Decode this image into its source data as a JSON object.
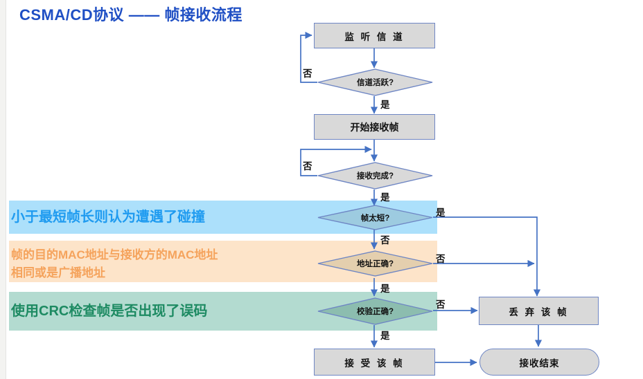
{
  "slide": {
    "title": "CSMA/CD协议 —— 帧接收流程",
    "title_color": "#1f4fc4",
    "background": "#ffffff"
  },
  "bands": [
    {
      "id": "band-blue",
      "text": "小于最短帧长则认为遭遇了碰撞",
      "fill": "#ace0fb",
      "text_color": "#1f9bf0"
    },
    {
      "id": "band-orange",
      "text": "帧的目的MAC地址与接收方的MAC地址\n相同或是广播地址",
      "fill": "#fde4c9",
      "text_color": "#f5a35c"
    },
    {
      "id": "band-green",
      "text": "使用CRC检查帧是否出现了误码",
      "fill": "#b3dbd0",
      "text_color": "#1d8a62"
    }
  ],
  "flowchart": {
    "node_fill": "#d9d9d9",
    "node_stroke": "#6e86c4",
    "connector_color": "#4472c4",
    "nodes": [
      {
        "id": "listen-channel",
        "shape": "rect",
        "label": "监 听 信 道"
      },
      {
        "id": "channel-active",
        "shape": "diamond",
        "label": "信道活跃?"
      },
      {
        "id": "begin-receive",
        "shape": "rect",
        "label": "开始接收帧"
      },
      {
        "id": "receive-complete",
        "shape": "diamond",
        "label": "接收完成?"
      },
      {
        "id": "frame-too-short",
        "shape": "diamond",
        "label": "帧太短?"
      },
      {
        "id": "address-correct",
        "shape": "diamond",
        "label": "地址正确?"
      },
      {
        "id": "checksum-correct",
        "shape": "diamond",
        "label": "校验正确?"
      },
      {
        "id": "discard-frame",
        "shape": "rect",
        "label": "丢 弃 该 帧"
      },
      {
        "id": "accept-frame",
        "shape": "rect",
        "label": "接 受 该 帧"
      },
      {
        "id": "receive-end",
        "shape": "pill",
        "label": "接收结束"
      }
    ],
    "edge_labels": {
      "channel_active_no": "否",
      "channel_active_yes": "是",
      "receive_complete_no": "否",
      "receive_complete_yes": "是",
      "frame_too_short_yes": "是",
      "frame_too_short_no": "否",
      "address_correct_no": "否",
      "address_correct_yes": "是",
      "checksum_correct_no": "否",
      "checksum_correct_yes": "是"
    }
  }
}
